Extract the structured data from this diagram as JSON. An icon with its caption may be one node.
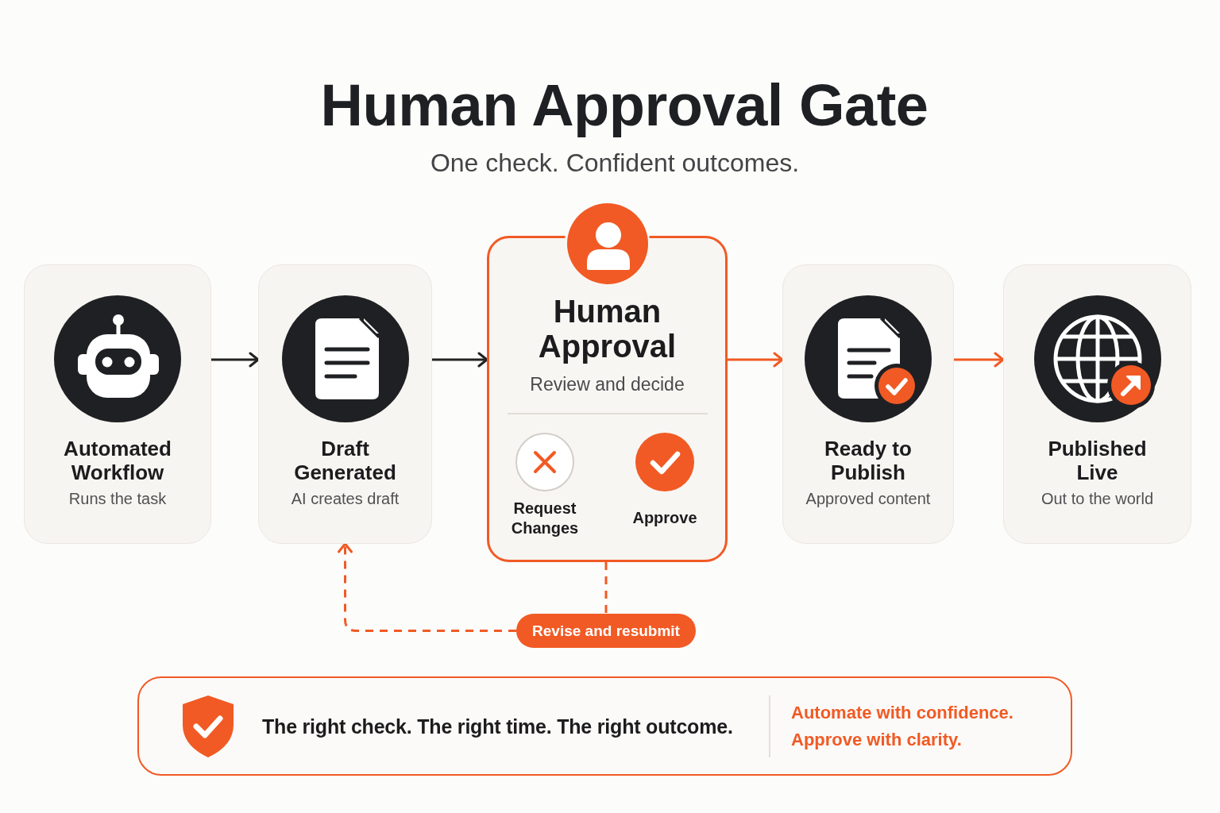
{
  "diagram": {
    "title": "Human Approval Gate",
    "nodes": [
      {
        "text": [
          "Automated Workflow",
          "Runs the task"
        ]
      },
      {
        "text": [
          "Draft Generated",
          "AI creates draft"
        ]
      },
      {
        "text": [
          "Human Approval",
          "Review and decide"
        ]
      },
      {
        "text": [
          "Request Changes"
        ],
        "in": 2
      },
      {
        "text": [
          "Approve"
        ],
        "in": 2
      },
      {
        "text": [
          "Ready to Publish",
          "Approved content"
        ]
      },
      {
        "text": [
          "Published Live",
          "Out to the world"
        ]
      },
      {
        "text": [
          "Revise and resubmit"
        ]
      },
      {
        "text": [
          "The right check. The right time. The right outcome.",
          "Automate with confidence. Approve with clarity."
        ]
      }
    ],
    "edges": [
      {
        "from": 0,
        "to": 1,
        "arrow": "to",
        "color": "#222222"
      },
      {
        "from": 1,
        "to": 2,
        "arrow": "to",
        "color": "#222222"
      },
      {
        "from": 2,
        "to": 5,
        "arrow": "to"
      },
      {
        "from": 5,
        "to": 6,
        "arrow": "to"
      },
      {
        "from": 2,
        "to": 7,
        "arrow": "none",
        "style": "dashed"
      },
      {
        "from": 7,
        "to": 1,
        "arrow": "to",
        "style": "dashed"
      }
    ],
    "labels": [
      "One check. Confident outcomes."
    ]
  }
}
